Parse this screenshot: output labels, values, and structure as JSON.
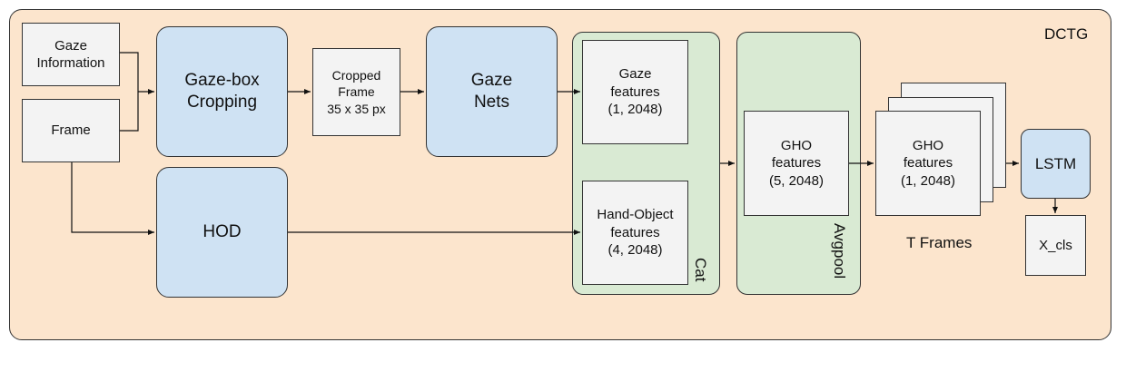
{
  "title": "DCTG",
  "boxes": {
    "gaze_information": "Gaze\nInformation",
    "frame": "Frame",
    "gaze_box_cropping": "Gaze-box\nCropping",
    "hod": "HOD",
    "cropped_frame": "Cropped\nFrame\n35 x 35 px",
    "gaze_nets": "Gaze\nNets",
    "gaze_features": "Gaze\nfeatures\n(1, 2048)",
    "hand_object_features": "Hand-Object\nfeatures\n(4, 2048)",
    "cat": "Cat",
    "gho_features_pooled": "GHO\nfeatures\n(5, 2048)",
    "avgpool": "Avgpool",
    "gho_features_frame": "GHO\nfeatures\n(1, 2048)",
    "t_frames": "T Frames",
    "lstm": "LSTM",
    "x_cls": "X_cls"
  },
  "colors": {
    "background": "#fce5cd",
    "blue_box": "#cfe2f3",
    "green_box": "#d9ead3",
    "white_box": "#f3f3f3"
  }
}
